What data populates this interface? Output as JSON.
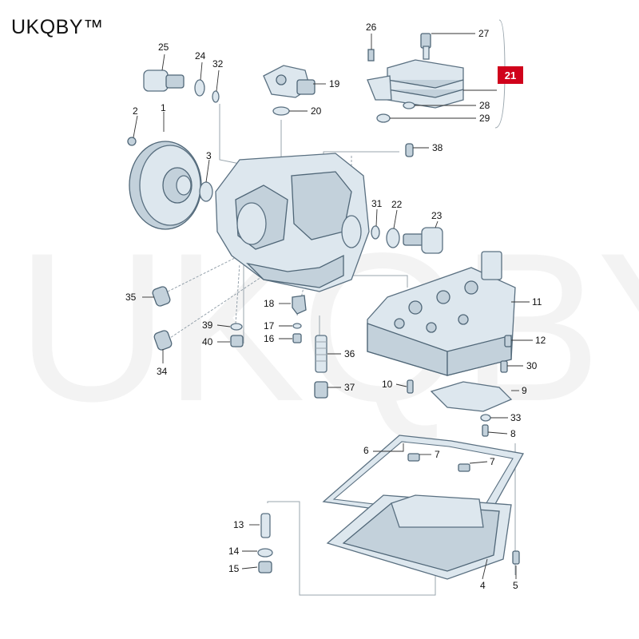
{
  "brand": {
    "text": "UKQBY™",
    "watermark": "UKQBY™"
  },
  "highlight_label": "21",
  "colors": {
    "highlight": "#d0021b",
    "part_fill": "#dde7ee",
    "part_stroke": "#5a7081"
  },
  "callouts": [
    "1",
    "2",
    "3",
    "4",
    "5",
    "6",
    "7",
    "7",
    "8",
    "8",
    "9",
    "10",
    "11",
    "12",
    "13",
    "14",
    "15",
    "16",
    "17",
    "18",
    "19",
    "20",
    "22",
    "23",
    "24",
    "25",
    "26",
    "27",
    "28",
    "29",
    "30",
    "31",
    "32",
    "33",
    "34",
    "35",
    "36",
    "37",
    "38",
    "39",
    "40"
  ]
}
